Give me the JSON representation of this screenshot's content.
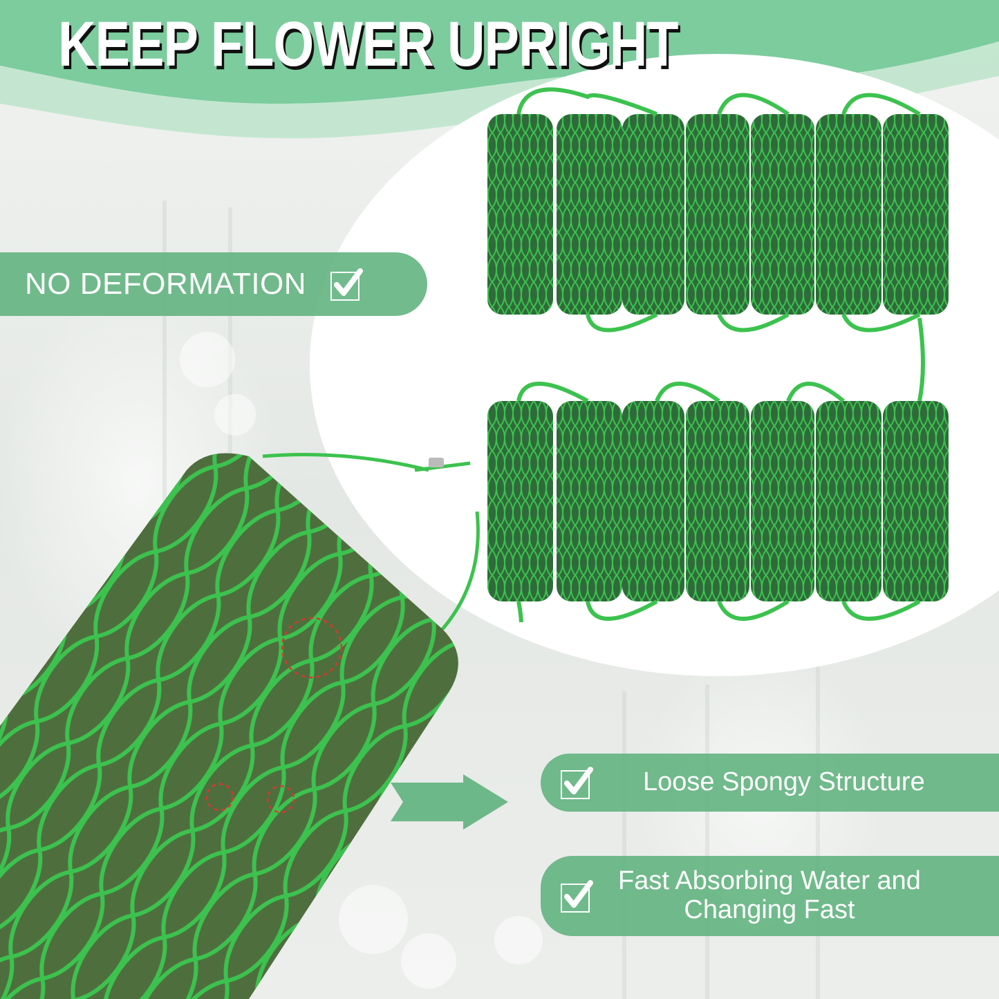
{
  "headline": "KEEP FLOWER UPRIGHT",
  "badges": [
    {
      "label": "NO DEFORMATION",
      "icon": "checkbox-check-icon"
    },
    {
      "label": "Loose Spongy Structure",
      "icon": "checkbox-check-icon"
    },
    {
      "label_line1": "Fast Absorbing Water and",
      "label_line2": "Changing Fast",
      "icon": "checkbox-check-icon"
    }
  ],
  "product": {
    "rows": 2,
    "bricks_per_row": 7,
    "foam_color": "#2f6a3a",
    "net_color": "#3cc24e",
    "highlight_circles": 3,
    "highlight_color": "#d43a2f"
  },
  "colors": {
    "accent": "#5fb27d",
    "headline_text": "#ffffff",
    "headline_shadow": "#111111",
    "wave_dark": "#7ccc9e",
    "wave_light": "#b9e3c8"
  }
}
